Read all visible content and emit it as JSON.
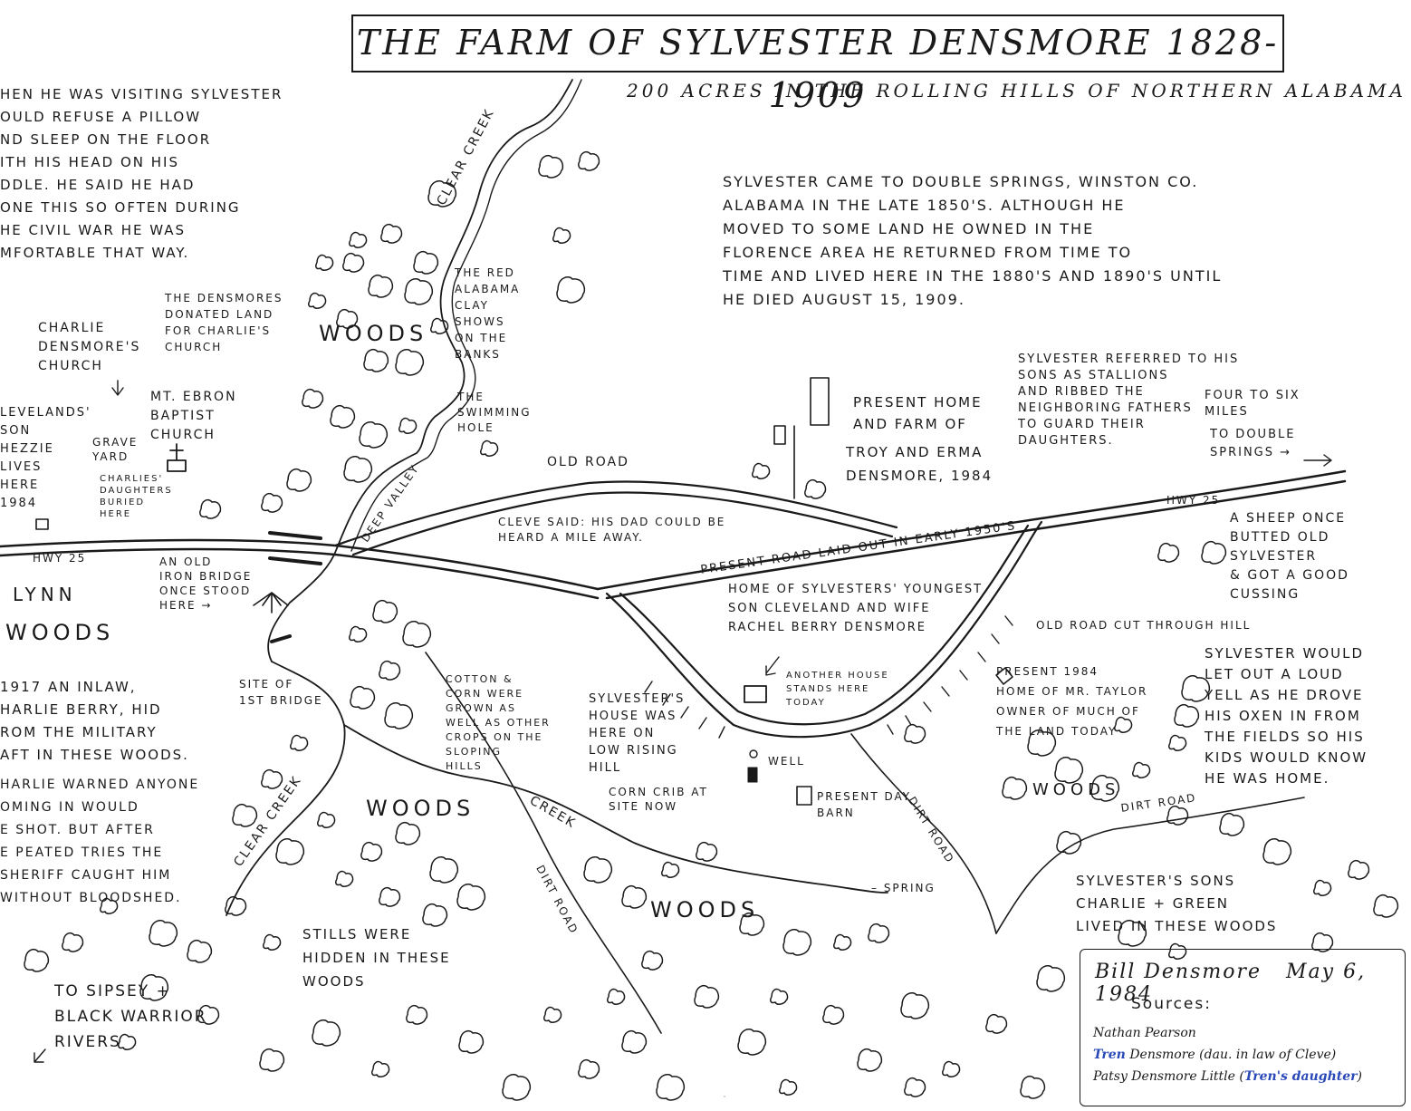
{
  "title": "THE FARM OF SYLVESTER DENSMORE   1828-1909",
  "subtitle": "200 ACRES IN THE ROLLING HILLS OF NORTHERN ALABAMA",
  "notes": {
    "intro": "Sylvester came to Double Springs, Winston Co.\nAlabama in the late 1850's. Although he\nmoved to some land he owned in the\nFlorence area he returned from time to\ntime and lived here in the 1880's and 1890's until\nhe died August 15, 1909.",
    "pillow": "hen he was visiting Sylvester\nould refuse a pillow\nnd sleep on the floor\nith his head on his\nddle. He said he had\none this so often during\nhe Civil War he was\nmfortable that way.",
    "inlaw": "1917 an inlaw,\nharlie Berry, hid\nrom the military\naft in these woods.",
    "warned": "harlie warned anyone\noming in would\ne shot. But after\ne peated tries the\nsheriff caught him\nwithout bloodshed.",
    "stallions": "Sylvester referred to his\nsons as stallions\nand ribbed the\nneighboring fathers\nto guard their\ndaughters.",
    "sheep": "A sheep once\nbutted old\nSylvester\n& got a good\ncussing",
    "yell": "Sylvester would\nlet out a loud\nyell as he drove\nhis oxen in from\nthe fields so his\nkids would know\nhe was home."
  },
  "labels": {
    "charlie_church": "Charlie\nDensmore's\nChurch",
    "donated": "The Densmores\ndonated land\nfor Charlie's\nchurch",
    "ebron": "Mt. Ebron\nBaptist\nChurch",
    "graveyard": "Grave\nyard",
    "daughters": "Charlies'\ndaughters\nburied\nhere",
    "hezzie": "levelands'\nson\nHezzie\nlives\nhere\n1984",
    "woods_top": "WOODS",
    "clear_creek_top": "CLEAR CREEK",
    "red_clay": "The Red\nAlabama\nClay\nshows\non the\nbanks",
    "swimming": "The\nswimming\nhole",
    "deep_valley": "DEEP VALLEY",
    "old_road": "OLD ROAD",
    "cleve_said": "Cleve said: his dad could be\nheard a mile away.",
    "present_home": "Present Home\nand Farm of",
    "troy": "Troy and Erma\nDensmore, 1984",
    "four_six": "Four to Six\nmiles",
    "to_double": "To Double\nSprings →",
    "hwy_right": "HWY 25",
    "hwy_left": "HWY 25",
    "present_road": "PRESENT ROAD LAID OUT IN EARLY 1950'S",
    "lynn": "LYNN",
    "woods_left": "WOODS",
    "iron_bridge": "An old\niron bridge\nonce stood\nhere →",
    "first_bridge": "Site of\n1st Bridge",
    "cleveland_home": "Home of Sylvesters' youngest\nson Cleveland and wife\nRachel Berry Densmore",
    "another_house": "Another house\nstands here\ntoday",
    "old_road_cut": "Old road cut through hill",
    "cotton": "Cotton &\ncorn were\ngrown as\nwell as other\ncrops on the\nsloping\nhills",
    "sylvesters_house": "Sylvester's\nhouse was\nhere on\nlow rising\nhill",
    "corn_crib": "Corn crib at\nsite now",
    "well": "Well",
    "barn": "Present day\nbarn",
    "taylor": "Present   1984\nHome of Mr. Taylor\nowner of much of\nthe land today",
    "woods_right": "WOODS",
    "dirt_road_right": "DIRT ROAD",
    "dirt_road_mid": "DIRT ROAD",
    "dirt_road_low": "DIRT ROAD",
    "creek": "CREEK",
    "clear_creek_low": "CLEAR CREEK",
    "woods_center": "WOODS",
    "woods_bottom": "WOODS",
    "spring": "– Spring",
    "stills": "Stills were\nhidden in these\nwoods",
    "sipsey": "To Sipsey +\nBlack Warrior\nRivers",
    "sons_woods": "Sylvester's sons\nCharlie + Green\nlived in these woods"
  },
  "credits": {
    "author": "Bill Densmore",
    "date": "May 6, 1984",
    "sources_label": "Sources:",
    "source1": "Nathan Pearson",
    "source2_name": "Tren",
    "source2_rest": " Densmore (dau. in law of Cleve)",
    "source3": "Patsy Densmore Little (",
    "source3_blue": "Tren's daughter",
    "source3_end": ")"
  },
  "colors": {
    "ink": "#1a1a1a",
    "paper": "#ffffff",
    "blue_ink": "#2a49b8"
  }
}
